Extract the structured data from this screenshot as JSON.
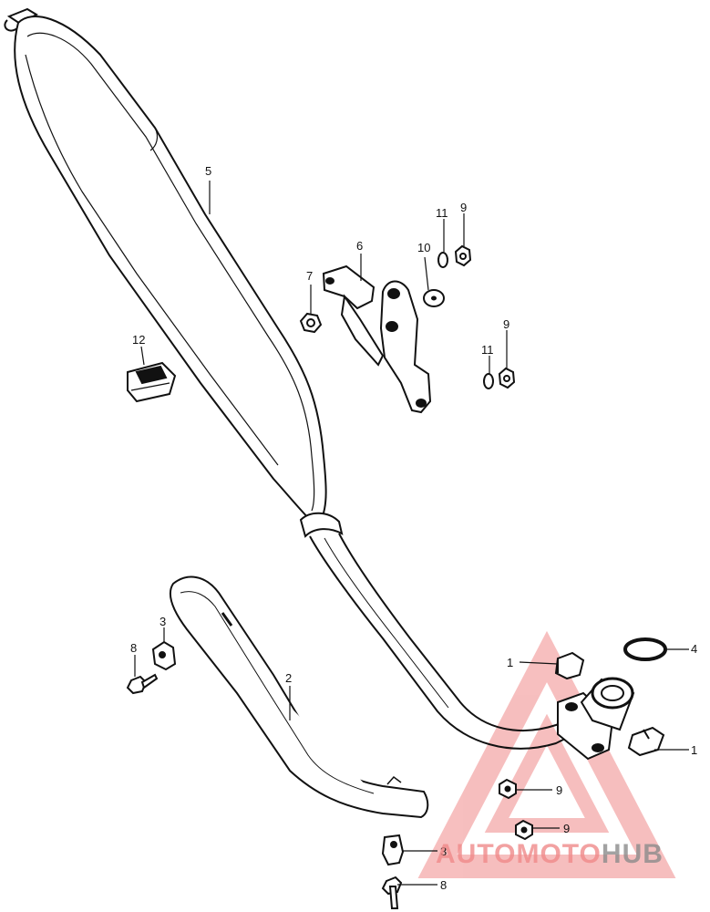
{
  "callouts": {
    "c1a": "1",
    "c1b": "1",
    "c2": "2",
    "c3a": "3",
    "c3b": "3",
    "c4": "4",
    "c5": "5",
    "c6": "6",
    "c7": "7",
    "c8a": "8",
    "c8b": "8",
    "c9a": "9",
    "c9b": "9",
    "c9c": "9",
    "c9d": "9",
    "c10": "10",
    "c11a": "11",
    "c11b": "11",
    "c12": "12"
  },
  "watermark": {
    "part1": "AUTO",
    "part2": "MOTO",
    "part3": "HUB",
    "color_primary": "#f08a8a",
    "color_dark": "#8c8c8c"
  }
}
